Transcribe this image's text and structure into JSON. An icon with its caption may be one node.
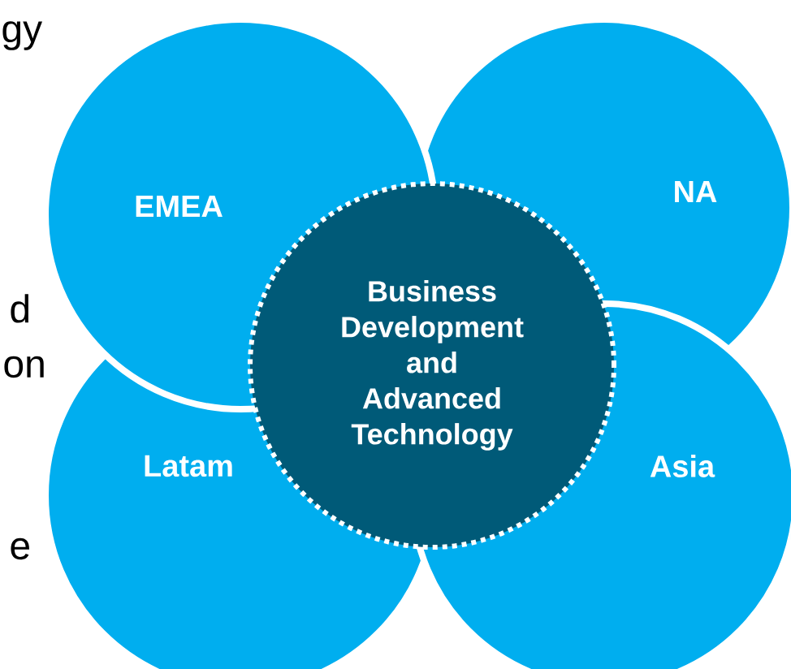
{
  "diagram": {
    "nodes": [
      {
        "text": [
          "EMEA"
        ]
      },
      {
        "text": [
          "NA"
        ]
      },
      {
        "text": [
          "Business Development and Advanced Technology"
        ]
      },
      {
        "text": [
          "Latam"
        ]
      },
      {
        "text": [
          "Asia"
        ]
      }
    ],
    "labels": [
      "gy",
      "d",
      "on",
      "e"
    ]
  }
}
